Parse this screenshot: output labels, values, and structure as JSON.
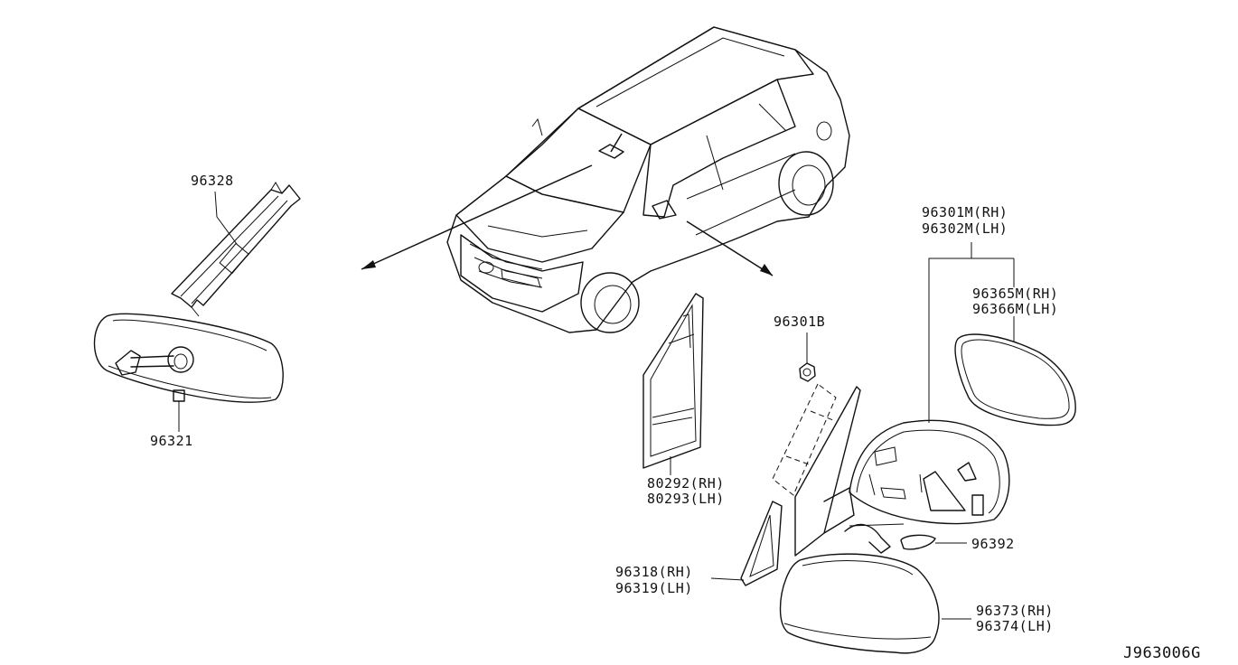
{
  "diagram_code": "J963006G",
  "parts": [
    {
      "id": "p96328",
      "lines": [
        "96328"
      ]
    },
    {
      "id": "p96321",
      "lines": [
        "96321"
      ]
    },
    {
      "id": "p80292",
      "lines": [
        "80292(RH)",
        "80293(LH)"
      ]
    },
    {
      "id": "p96301B",
      "lines": [
        "96301B"
      ]
    },
    {
      "id": "p96301M",
      "lines": [
        "96301M(RH)",
        "96302M(LH)"
      ]
    },
    {
      "id": "p96365M",
      "lines": [
        "96365M(RH)",
        "96366M(LH)"
      ]
    },
    {
      "id": "p96392",
      "lines": [
        "96392"
      ]
    },
    {
      "id": "p96318",
      "lines": [
        "96318(RH)",
        "96319(LH)"
      ]
    },
    {
      "id": "p96373",
      "lines": [
        "96373(RH)",
        "96374(LH)"
      ]
    }
  ]
}
